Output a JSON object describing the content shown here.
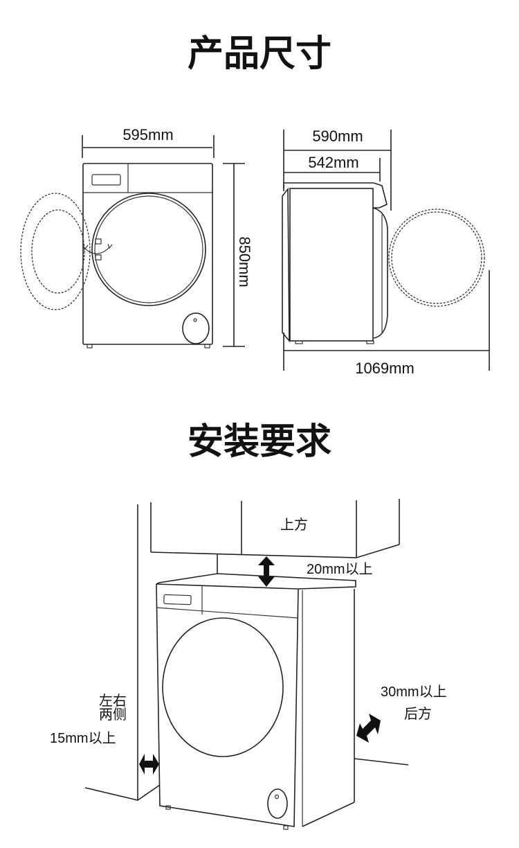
{
  "sections": {
    "dimensions_title": "产品尺寸",
    "install_title": "安装要求"
  },
  "dimensions": {
    "width": "595mm",
    "height": "850mm",
    "depth_total": "590mm",
    "depth_body": "542mm",
    "depth_door_open": "1069mm"
  },
  "install": {
    "top_label": "上方",
    "top_clearance": "20mm以上",
    "back_clearance": "30mm以上",
    "back_label": "后方",
    "side_label_line1": "左右",
    "side_label_line2": "两侧",
    "side_clearance": "15mm以上"
  }
}
